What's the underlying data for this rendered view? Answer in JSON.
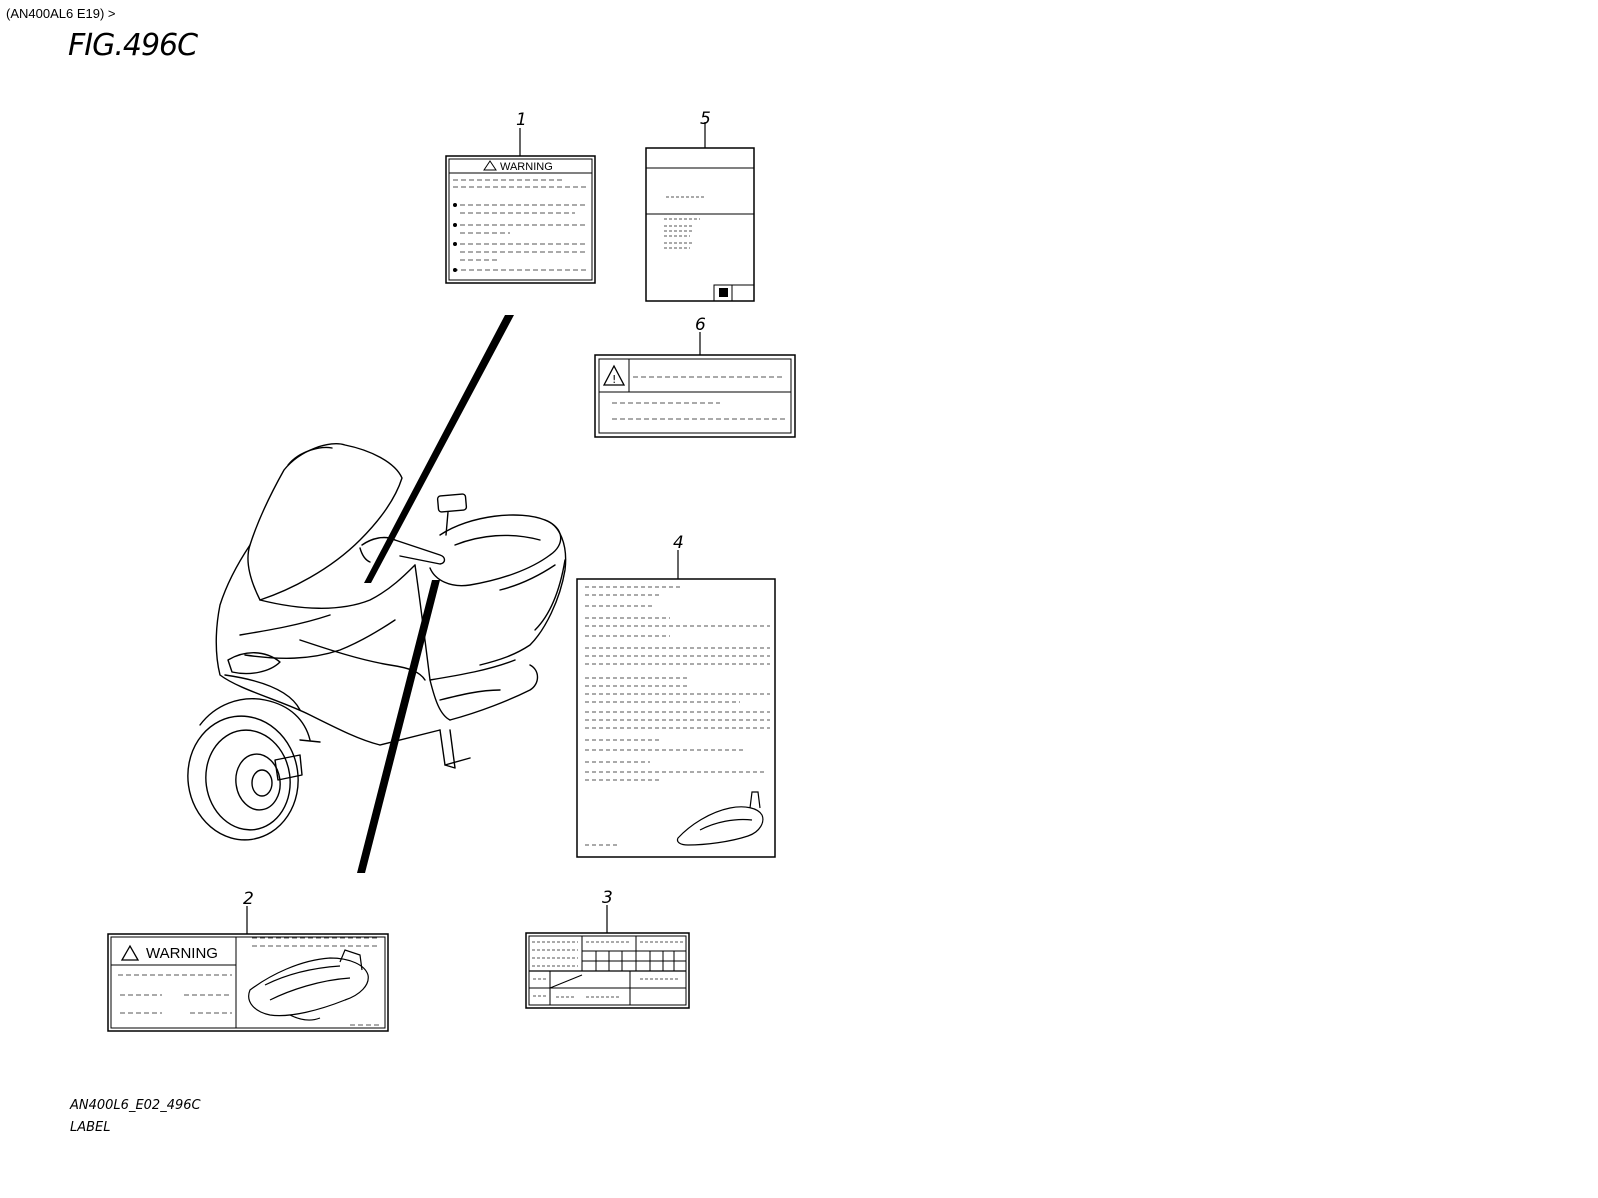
{
  "header": {
    "breadcrumb": "(AN400AL6 E19) >",
    "figure_title": "FIG.496C"
  },
  "footer": {
    "drawing_code": "AN400L6_E02_496C",
    "caption": "LABEL"
  },
  "callouts": [
    "1",
    "2",
    "3",
    "4",
    "5",
    "6"
  ],
  "labels": {
    "warning_1": "WARNING",
    "warning_2": "WARNING"
  }
}
